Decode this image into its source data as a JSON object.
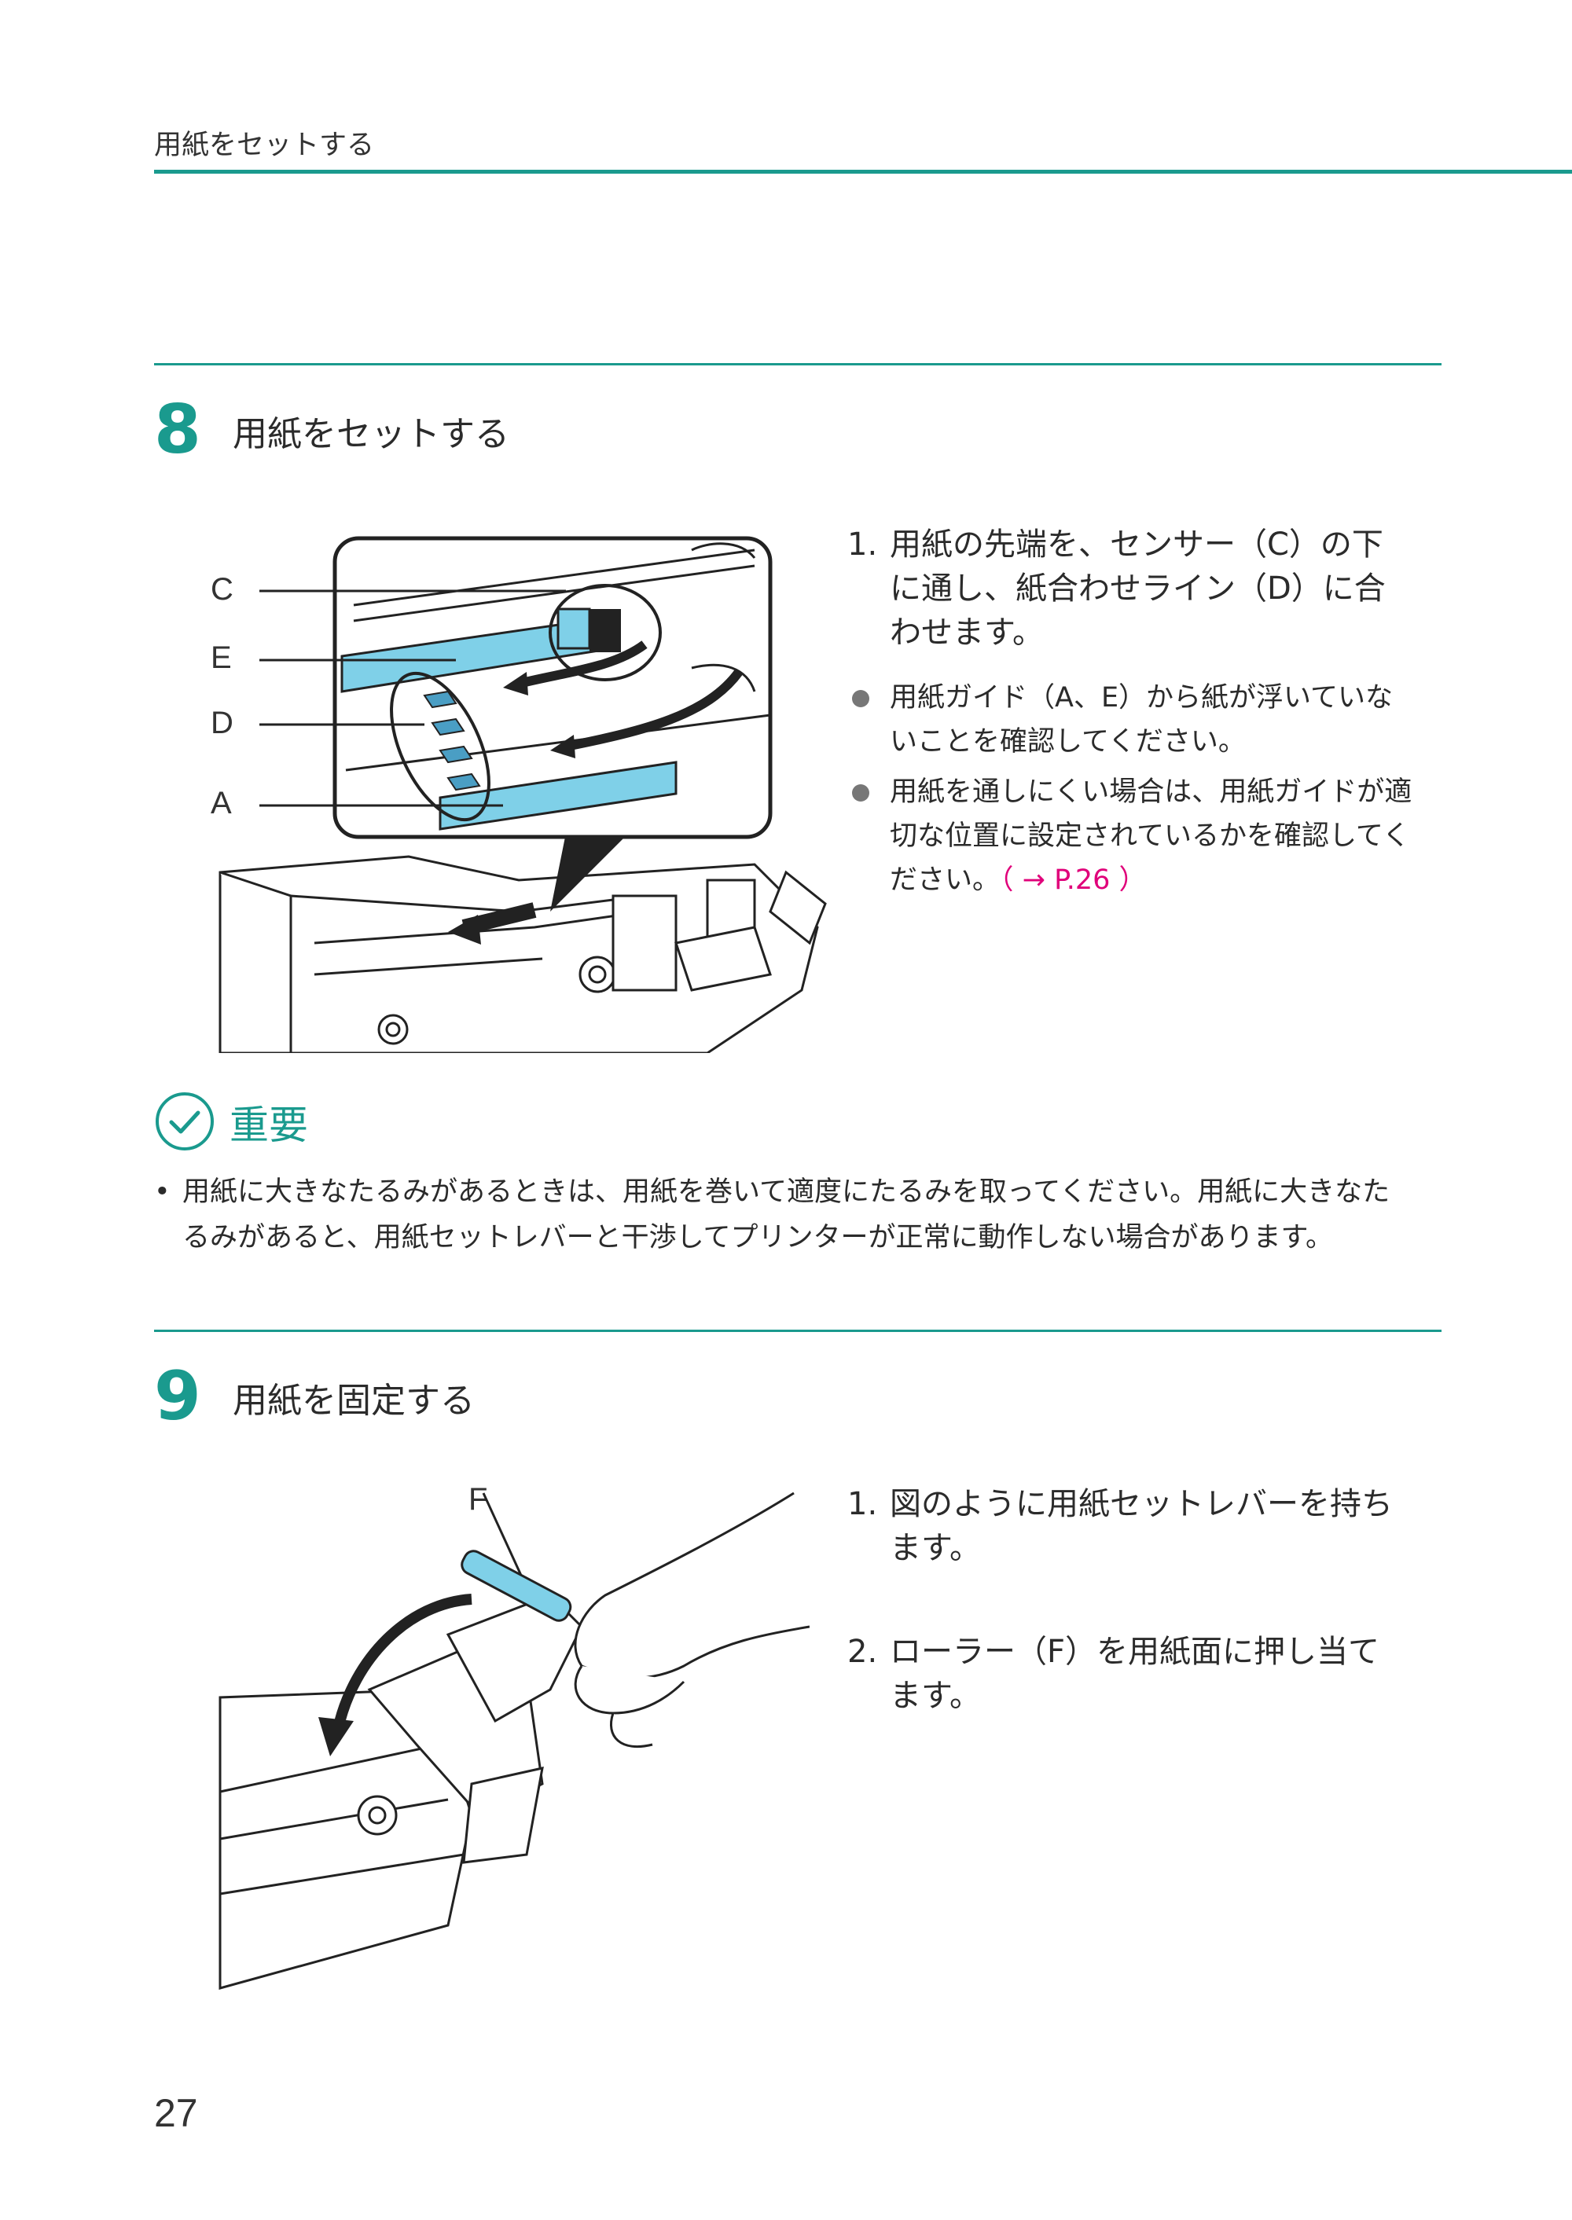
{
  "header": {
    "title": "用紙をセットする"
  },
  "step8": {
    "number": "8",
    "title": "用紙をセットする",
    "labels": {
      "c": "C",
      "e": "E",
      "d": "D",
      "a": "A"
    },
    "instruction1": {
      "num": "1.",
      "lines": [
        "用紙の先端を、センサー（C）の下",
        "に通し、紙合わせライン（D）に合",
        "わせます。"
      ]
    },
    "bullet1": {
      "lines": [
        "用紙ガイド（A、E）から紙が浮いていな",
        "いことを確認してください。"
      ]
    },
    "bullet2": {
      "lines": [
        "用紙を通しにくい場合は、用紙ガイドが適",
        "切な位置に設定されているかを確認してく"
      ],
      "last_text": "ださい。",
      "link": "（ → P.26 ）"
    }
  },
  "important": {
    "title": "重要",
    "bullet": "•",
    "lines": [
      "用紙に大きなたるみがあるときは、用紙を巻いて適度にたるみを取ってください。用紙に大きなた",
      "るみがあると、用紙セットレバーと干渉してプリンターが正常に動作しない場合があります。"
    ]
  },
  "step9": {
    "number": "9",
    "title": "用紙を固定する",
    "label_f": "F",
    "instruction1": {
      "num": "1.",
      "lines": [
        "図のように用紙セットレバーを持ち",
        "ます。"
      ]
    },
    "instruction2": {
      "num": "2.",
      "lines": [
        "ローラー（F）を用紙面に押し当て",
        "ます。"
      ]
    }
  },
  "footer": {
    "page_number": "27"
  },
  "colors": {
    "accent": "#1a9a8e",
    "highlight": "#7fd0e8",
    "link": "#e0007a"
  }
}
